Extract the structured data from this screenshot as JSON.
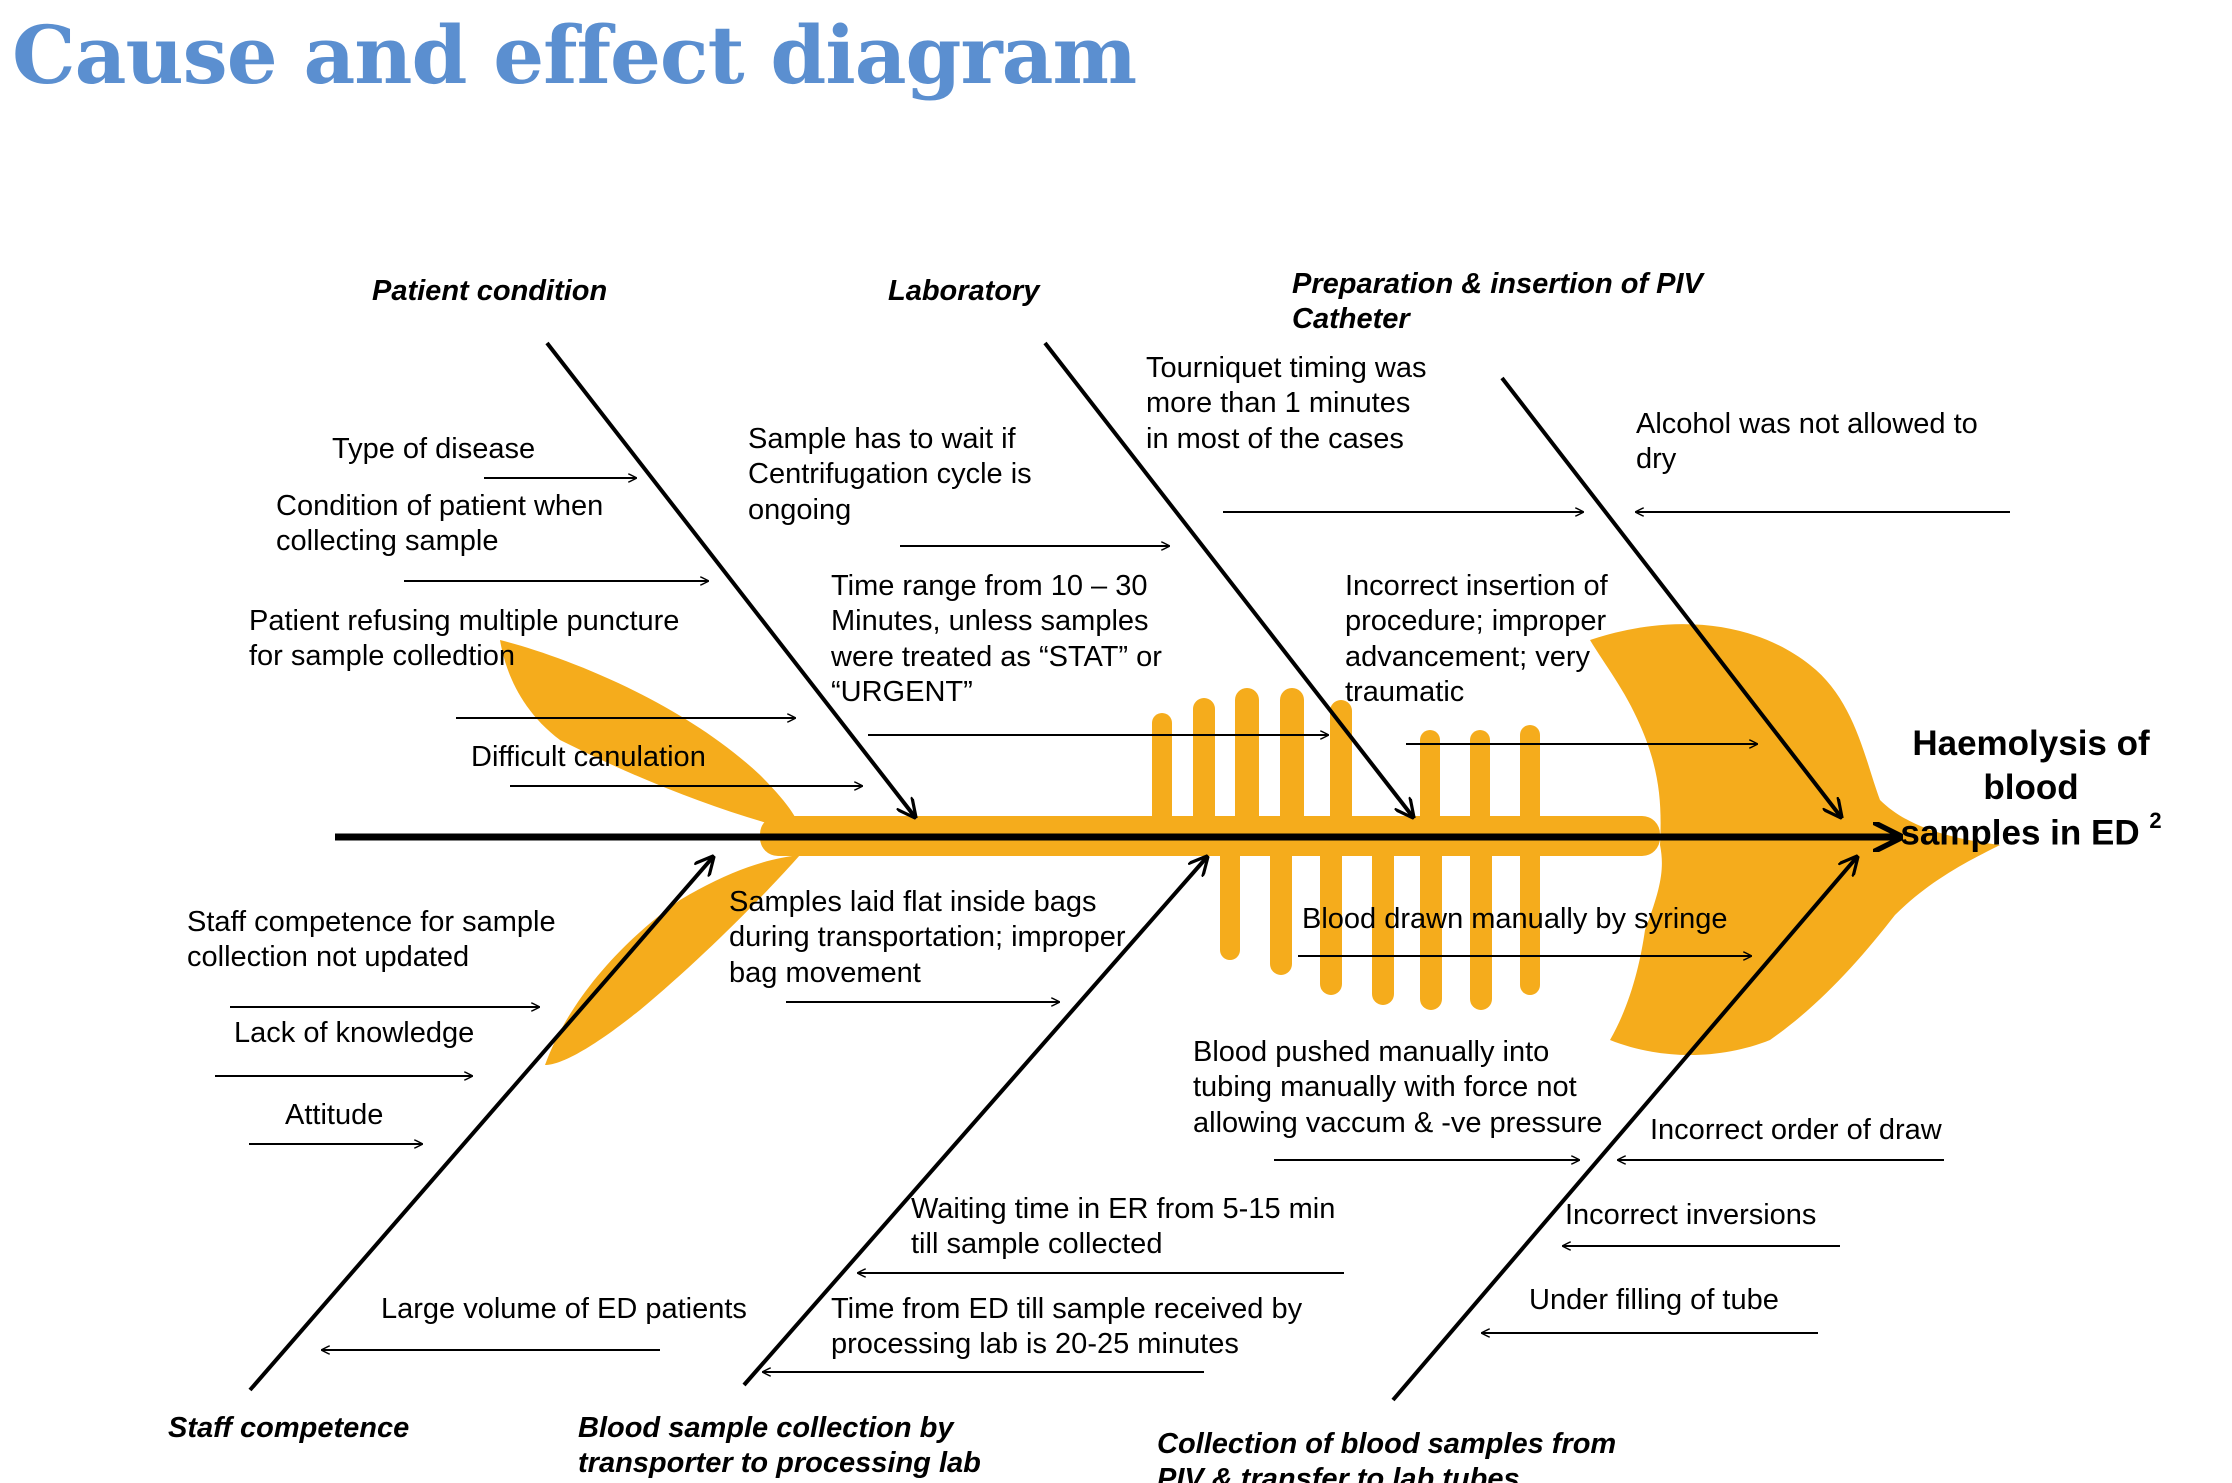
{
  "title": "Cause and effect diagram",
  "effect": {
    "label_lines": [
      "Haemolysis of",
      "blood",
      "samples in ED"
    ],
    "superscript": "2"
  },
  "categories": {
    "patient_condition": "Patient condition",
    "laboratory": "Laboratory",
    "preparation_line1": "Preparation & insertion of PIV",
    "preparation_line2": "Catheter",
    "staff_competence": "Staff competence",
    "transport_line1": "Blood sample collection by",
    "transport_line2": "transporter to processing lab",
    "collection_line1": "Collection of blood samples from",
    "collection_line2": "PIV & transfer to lab tubes"
  },
  "causes": {
    "patient_condition": [
      [
        "Type of disease"
      ],
      [
        "Condition of patient when",
        "collecting sample"
      ],
      [
        "Patient refusing multiple puncture",
        "for sample colledtion"
      ],
      [
        "Difficult canulation"
      ]
    ],
    "laboratory": [
      [
        "Sample has to wait if",
        "Centrifugation cycle is",
        "ongoing"
      ],
      [
        "Time range from 10 – 30",
        "Minutes, unless samples",
        "were treated as  “STAT” or",
        "“URGENT”"
      ]
    ],
    "preparation": [
      [
        "Tourniquet timing was",
        "more than 1 minutes",
        "in most of the cases"
      ],
      [
        "Alcohol was not allowed to",
        "dry"
      ],
      [
        "Incorrect insertion of",
        "procedure; improper",
        "advancement; very",
        "traumatic"
      ]
    ],
    "staff_competence": [
      [
        "Staff competence for sample",
        "collection not updated"
      ],
      [
        "Lack of knowledge"
      ],
      [
        "Attitude"
      ],
      [
        "Large volume of ED patients"
      ]
    ],
    "transport": [
      [
        "Samples laid flat inside bags",
        "during transportation; improper",
        "bag movement"
      ],
      [
        "Waiting time in ER from 5-15 min",
        "till sample collected"
      ],
      [
        "Time from ED till sample received by",
        "processing lab is 20-25 minutes"
      ]
    ],
    "collection": [
      [
        "Blood drawn manually by syringe"
      ],
      [
        "Blood pushed manually into",
        "tubing manually with force  not",
        "allowing vaccum & -ve pressure"
      ],
      [
        "Incorrect order of draw"
      ],
      [
        "Incorrect inversions"
      ],
      [
        "Under filling of tube"
      ]
    ]
  },
  "colors": {
    "fish": "#f5ac1c",
    "title": "#5b8fd0",
    "lines": "#000000"
  }
}
